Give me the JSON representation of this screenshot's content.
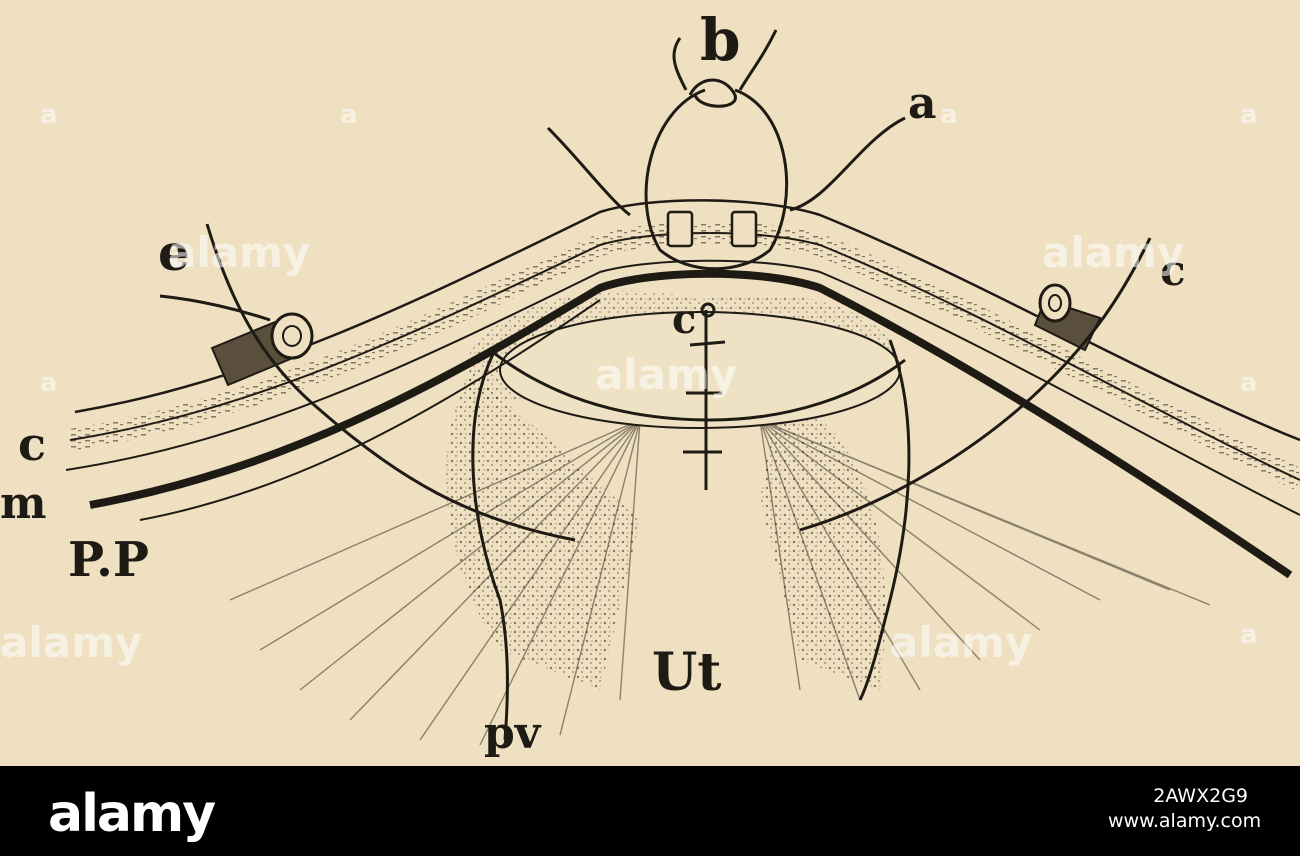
{
  "figure": {
    "labels": {
      "b": "b",
      "a": "a",
      "e": "e",
      "c_right": "c",
      "c_center": "c",
      "c_left": "c",
      "m": "m",
      "pp": "P.P",
      "ut": "Ut",
      "pv": "pv"
    },
    "colors": {
      "paper": "#eee0c0",
      "ink": "#1e1a14",
      "footer": "#000000"
    }
  },
  "watermarks": {
    "text": "alamy",
    "corner_mark": "a"
  },
  "footer": {
    "logo": "alamy",
    "image_id": "2AWX2G9",
    "site": "www.alamy.com"
  }
}
